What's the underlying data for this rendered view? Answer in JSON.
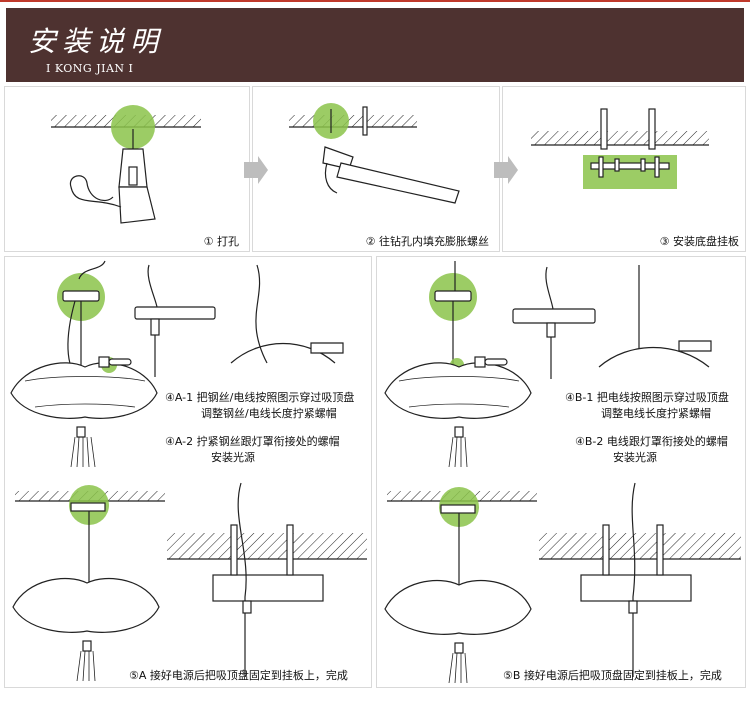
{
  "banner": {
    "title": "安装说明",
    "subtitle": "Ⅰ KONG JIAN Ⅰ"
  },
  "steps_top": [
    {
      "label": "① 打孔"
    },
    {
      "label": "② 往钻孔内填充膨胀螺丝"
    },
    {
      "label": "③ 安装底盘挂板"
    }
  ],
  "variant_a": {
    "step1": {
      "line1": "④A-1 把钢丝/电线按照图示穿过吸顶盘",
      "line2": "调整钢丝/电线长度拧紧螺帽"
    },
    "step2": {
      "line1": "④A-2 拧紧钢丝跟灯罩衔接处的螺帽",
      "line2": "安装光源"
    },
    "step5": "⑤A 接好电源后把吸顶盘固定到挂板上，完成"
  },
  "variant_b": {
    "step1": {
      "line1": "④B-1 把电线按照图示穿过吸顶盘",
      "line2": "调整电线长度拧紧螺帽"
    },
    "step2": {
      "line1": "④B-2 电线跟灯罩衔接处的螺帽",
      "line2": "安装光源"
    },
    "step5": "⑤B 接好电源后把吸顶盘固定到挂板上，完成"
  },
  "colors": {
    "banner": "#4e3230",
    "highlight": "#8bc34a",
    "arrow": "#bdbdbd"
  },
  "icons": [
    "drill-icon",
    "hammer-icon",
    "arrow-right-icon",
    "arrow-down-icon",
    "lamp-icon",
    "bulb-icon"
  ]
}
